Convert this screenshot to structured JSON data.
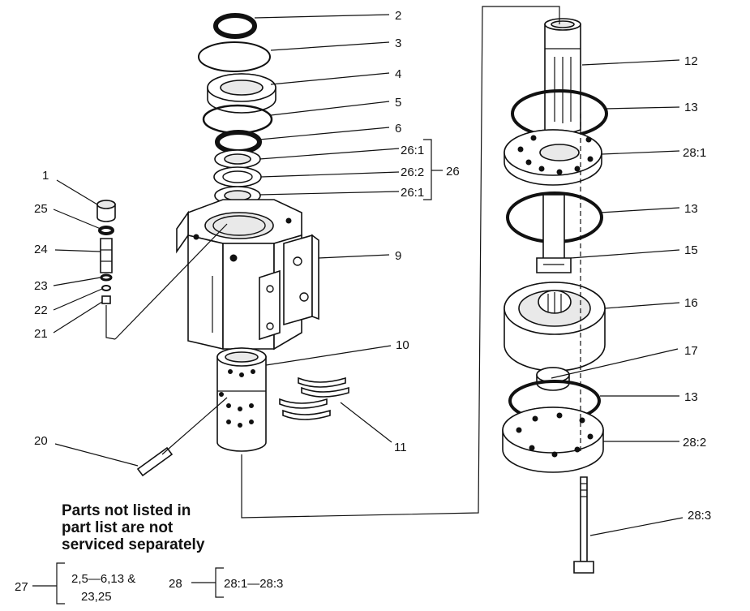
{
  "callouts": {
    "c1": "1",
    "c2": "2",
    "c3": "3",
    "c4": "4",
    "c5": "5",
    "c6": "6",
    "c9": "9",
    "c10": "10",
    "c11": "11",
    "c12": "12",
    "c13a": "13",
    "c13b": "13",
    "c13c": "13",
    "c15": "15",
    "c16": "16",
    "c17": "17",
    "c20": "20",
    "c21": "21",
    "c22": "22",
    "c23": "23",
    "c24": "24",
    "c25": "25",
    "c26_1a": "26:1",
    "c26_2": "26:2",
    "c26_1b": "26:1",
    "c26": "26",
    "c28_1": "28:1",
    "c28_2": "28:2",
    "c28_3": "28:3"
  },
  "note": {
    "line1": "Parts not listed in",
    "line2": "part list are not",
    "line3": "serviced separately"
  },
  "groups": {
    "g27_num": "27",
    "g27_line1": "2,5—6,13 &",
    "g27_line2": "23,25",
    "g28_num": "28",
    "g28_range": "28:1—28:3"
  }
}
